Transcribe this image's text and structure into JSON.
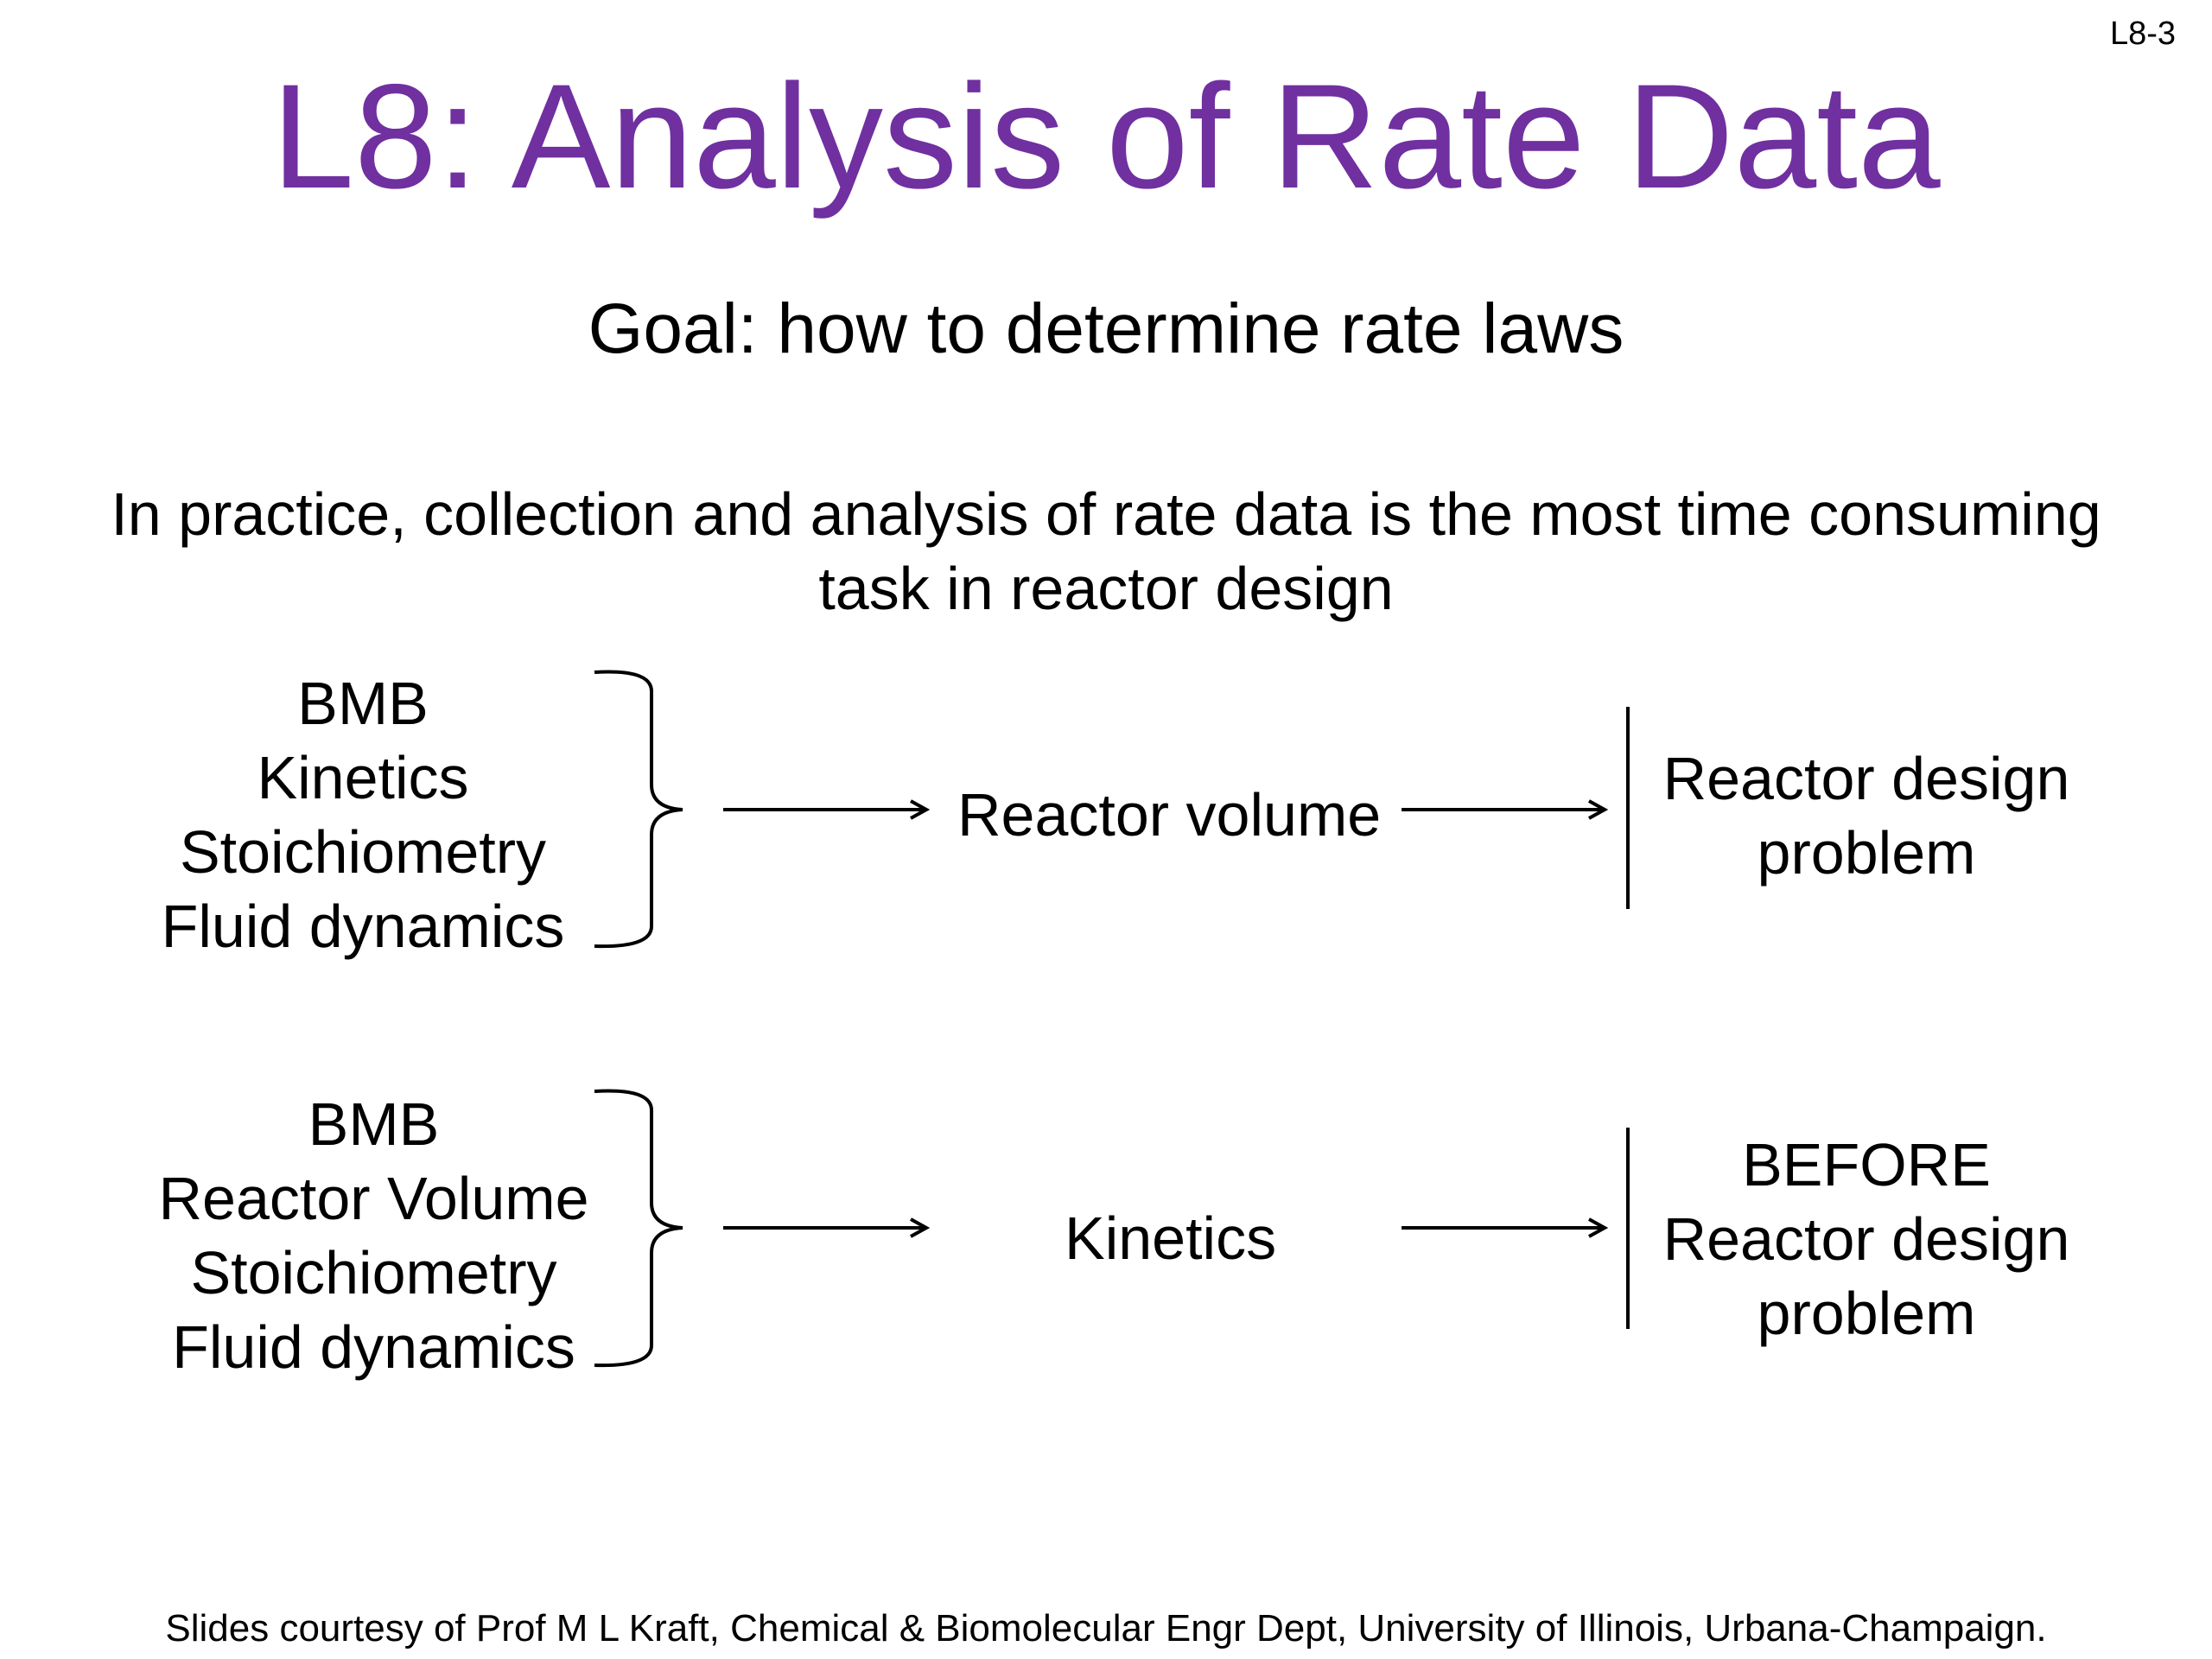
{
  "slide_number": "L8-3",
  "title": "L8: Analysis of Rate Data",
  "goal": "Goal: how to determine rate laws",
  "practice": {
    "line1": "In practice, collection and analysis of rate data is the most time consuming",
    "line2": "task in reactor design"
  },
  "flow1": {
    "inputs": [
      "BMB",
      "Kinetics",
      "Stoichiometry",
      "Fluid dynamics"
    ],
    "output": "Reactor volume",
    "result": [
      "Reactor design",
      "problem"
    ]
  },
  "flow2": {
    "inputs": [
      "BMB",
      "Reactor Volume",
      "Stoichiometry",
      "Fluid dynamics"
    ],
    "output": "Kinetics",
    "result": [
      "BEFORE",
      "Reactor design",
      "problem"
    ]
  },
  "footer": "Slides courtesy of Prof M L Kraft, Chemical & Biomolecular Engr Dept, University of Illinois, Urbana-Champaign.",
  "colors": {
    "title": "#7030a0",
    "text": "#000000"
  }
}
